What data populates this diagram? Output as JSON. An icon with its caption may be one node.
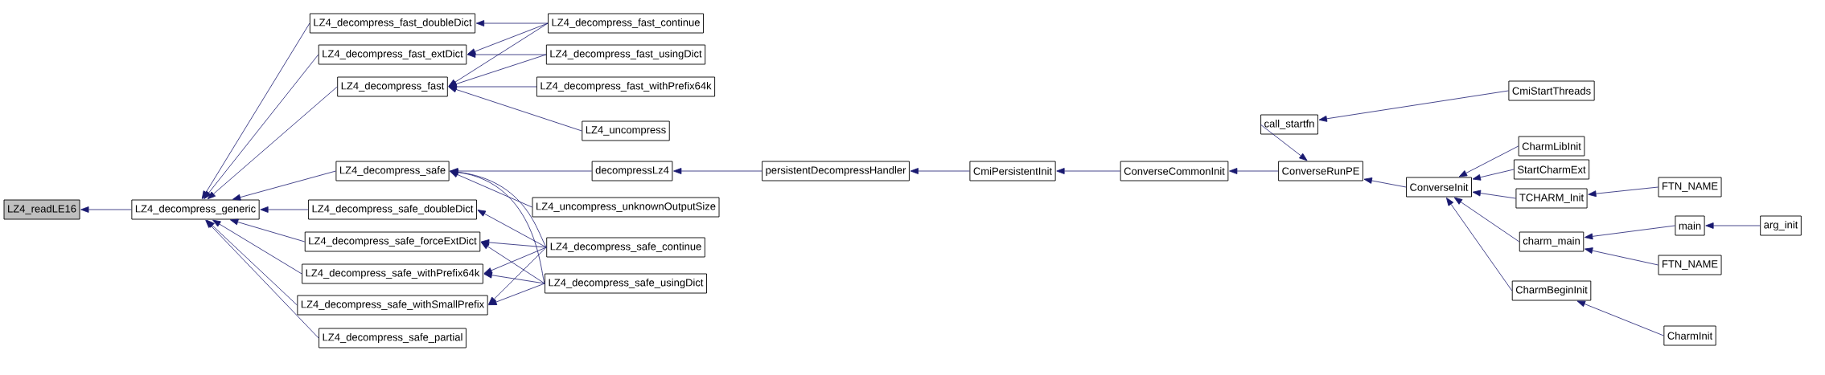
{
  "diagram": {
    "nodes": [
      {
        "text": [
          "LZ4_readLE16"
        ]
      },
      {
        "text": [
          "LZ4_decompress_generic"
        ]
      },
      {
        "text": [
          "LZ4_decompress_fast_doubleDict"
        ]
      },
      {
        "text": [
          "LZ4_decompress_fast_extDict"
        ]
      },
      {
        "text": [
          "LZ4_decompress_fast"
        ]
      },
      {
        "text": [
          "LZ4_decompress_safe"
        ]
      },
      {
        "text": [
          "LZ4_decompress_safe_doubleDict"
        ]
      },
      {
        "text": [
          "LZ4_decompress_safe_forceExtDict"
        ]
      },
      {
        "text": [
          "LZ4_decompress_safe_withPrefix64k"
        ]
      },
      {
        "text": [
          "LZ4_decompress_safe_withSmallPrefix"
        ]
      },
      {
        "text": [
          "LZ4_decompress_safe_partial"
        ]
      },
      {
        "text": [
          "LZ4_decompress_fast_continue"
        ]
      },
      {
        "text": [
          "LZ4_decompress_fast_usingDict"
        ]
      },
      {
        "text": [
          "LZ4_decompress_fast_withPrefix64k"
        ]
      },
      {
        "text": [
          "LZ4_uncompress"
        ]
      },
      {
        "text": [
          "decompressLz4"
        ]
      },
      {
        "text": [
          "LZ4_uncompress_unknownOutputSize"
        ]
      },
      {
        "text": [
          "LZ4_decompress_safe_continue"
        ]
      },
      {
        "text": [
          "LZ4_decompress_safe_usingDict"
        ]
      },
      {
        "text": [
          "persistentDecompressHandler"
        ]
      },
      {
        "text": [
          "CmiPersistentInit"
        ]
      },
      {
        "text": [
          "ConverseCommonInit"
        ]
      },
      {
        "text": [
          "ConverseRunPE"
        ]
      },
      {
        "text": [
          "call_startfn"
        ]
      },
      {
        "text": [
          "CmiStartThreads"
        ]
      },
      {
        "text": [
          "ConverseInit"
        ]
      },
      {
        "text": [
          "CharmLibInit"
        ]
      },
      {
        "text": [
          "StartCharmExt"
        ]
      },
      {
        "text": [
          "TCHARM_Init"
        ]
      },
      {
        "text": [
          "FTN_NAME"
        ]
      },
      {
        "text": [
          "charm_main"
        ]
      },
      {
        "text": [
          "main"
        ]
      },
      {
        "text": [
          "arg_init"
        ]
      },
      {
        "text": [
          "FTN_NAME"
        ]
      },
      {
        "text": [
          "CharmBeginInit"
        ]
      },
      {
        "text": [
          "CharmInit"
        ]
      }
    ],
    "edges": [
      {
        "from": 1,
        "to": 0,
        "arrow": "to"
      },
      {
        "from": 2,
        "to": 1,
        "arrow": "to"
      },
      {
        "from": 3,
        "to": 1,
        "arrow": "to"
      },
      {
        "from": 4,
        "to": 1,
        "arrow": "to"
      },
      {
        "from": 5,
        "to": 1,
        "arrow": "to"
      },
      {
        "from": 6,
        "to": 1,
        "arrow": "to"
      },
      {
        "from": 7,
        "to": 1,
        "arrow": "to"
      },
      {
        "from": 8,
        "to": 1,
        "arrow": "to"
      },
      {
        "from": 9,
        "to": 1,
        "arrow": "to"
      },
      {
        "from": 10,
        "to": 1,
        "arrow": "to"
      },
      {
        "from": 11,
        "to": 2,
        "arrow": "to"
      },
      {
        "from": 11,
        "to": 3,
        "arrow": "to"
      },
      {
        "from": 12,
        "to": 3,
        "arrow": "to"
      },
      {
        "from": 11,
        "to": 4,
        "arrow": "to"
      },
      {
        "from": 12,
        "to": 4,
        "arrow": "to"
      },
      {
        "from": 13,
        "to": 4,
        "arrow": "to"
      },
      {
        "from": 14,
        "to": 4,
        "arrow": "to"
      },
      {
        "from": 15,
        "to": 5,
        "arrow": "to"
      },
      {
        "from": 16,
        "to": 5,
        "arrow": "to"
      },
      {
        "from": 17,
        "to": 5,
        "arrow": "to"
      },
      {
        "from": 18,
        "to": 5,
        "arrow": "to"
      },
      {
        "from": 17,
        "to": 6,
        "arrow": "to"
      },
      {
        "from": 17,
        "to": 7,
        "arrow": "to"
      },
      {
        "from": 18,
        "to": 7,
        "arrow": "to"
      },
      {
        "from": 17,
        "to": 8,
        "arrow": "to"
      },
      {
        "from": 18,
        "to": 8,
        "arrow": "to"
      },
      {
        "from": 17,
        "to": 9,
        "arrow": "to"
      },
      {
        "from": 18,
        "to": 9,
        "arrow": "to"
      },
      {
        "from": 19,
        "to": 15,
        "arrow": "to"
      },
      {
        "from": 20,
        "to": 19,
        "arrow": "to"
      },
      {
        "from": 21,
        "to": 20,
        "arrow": "to"
      },
      {
        "from": 22,
        "to": 21,
        "arrow": "to"
      },
      {
        "from": 23,
        "to": 22,
        "arrow": "to"
      },
      {
        "from": 24,
        "to": 23,
        "arrow": "to"
      },
      {
        "from": 25,
        "to": 22,
        "arrow": "to"
      },
      {
        "from": 26,
        "to": 25,
        "arrow": "to"
      },
      {
        "from": 27,
        "to": 25,
        "arrow": "to"
      },
      {
        "from": 28,
        "to": 25,
        "arrow": "to"
      },
      {
        "from": 29,
        "to": 28,
        "arrow": "to"
      },
      {
        "from": 30,
        "to": 25,
        "arrow": "to"
      },
      {
        "from": 31,
        "to": 30,
        "arrow": "to"
      },
      {
        "from": 32,
        "to": 31,
        "arrow": "to"
      },
      {
        "from": 33,
        "to": 30,
        "arrow": "to"
      },
      {
        "from": 34,
        "to": 25,
        "arrow": "to"
      },
      {
        "from": 35,
        "to": 34,
        "arrow": "to"
      }
    ]
  }
}
